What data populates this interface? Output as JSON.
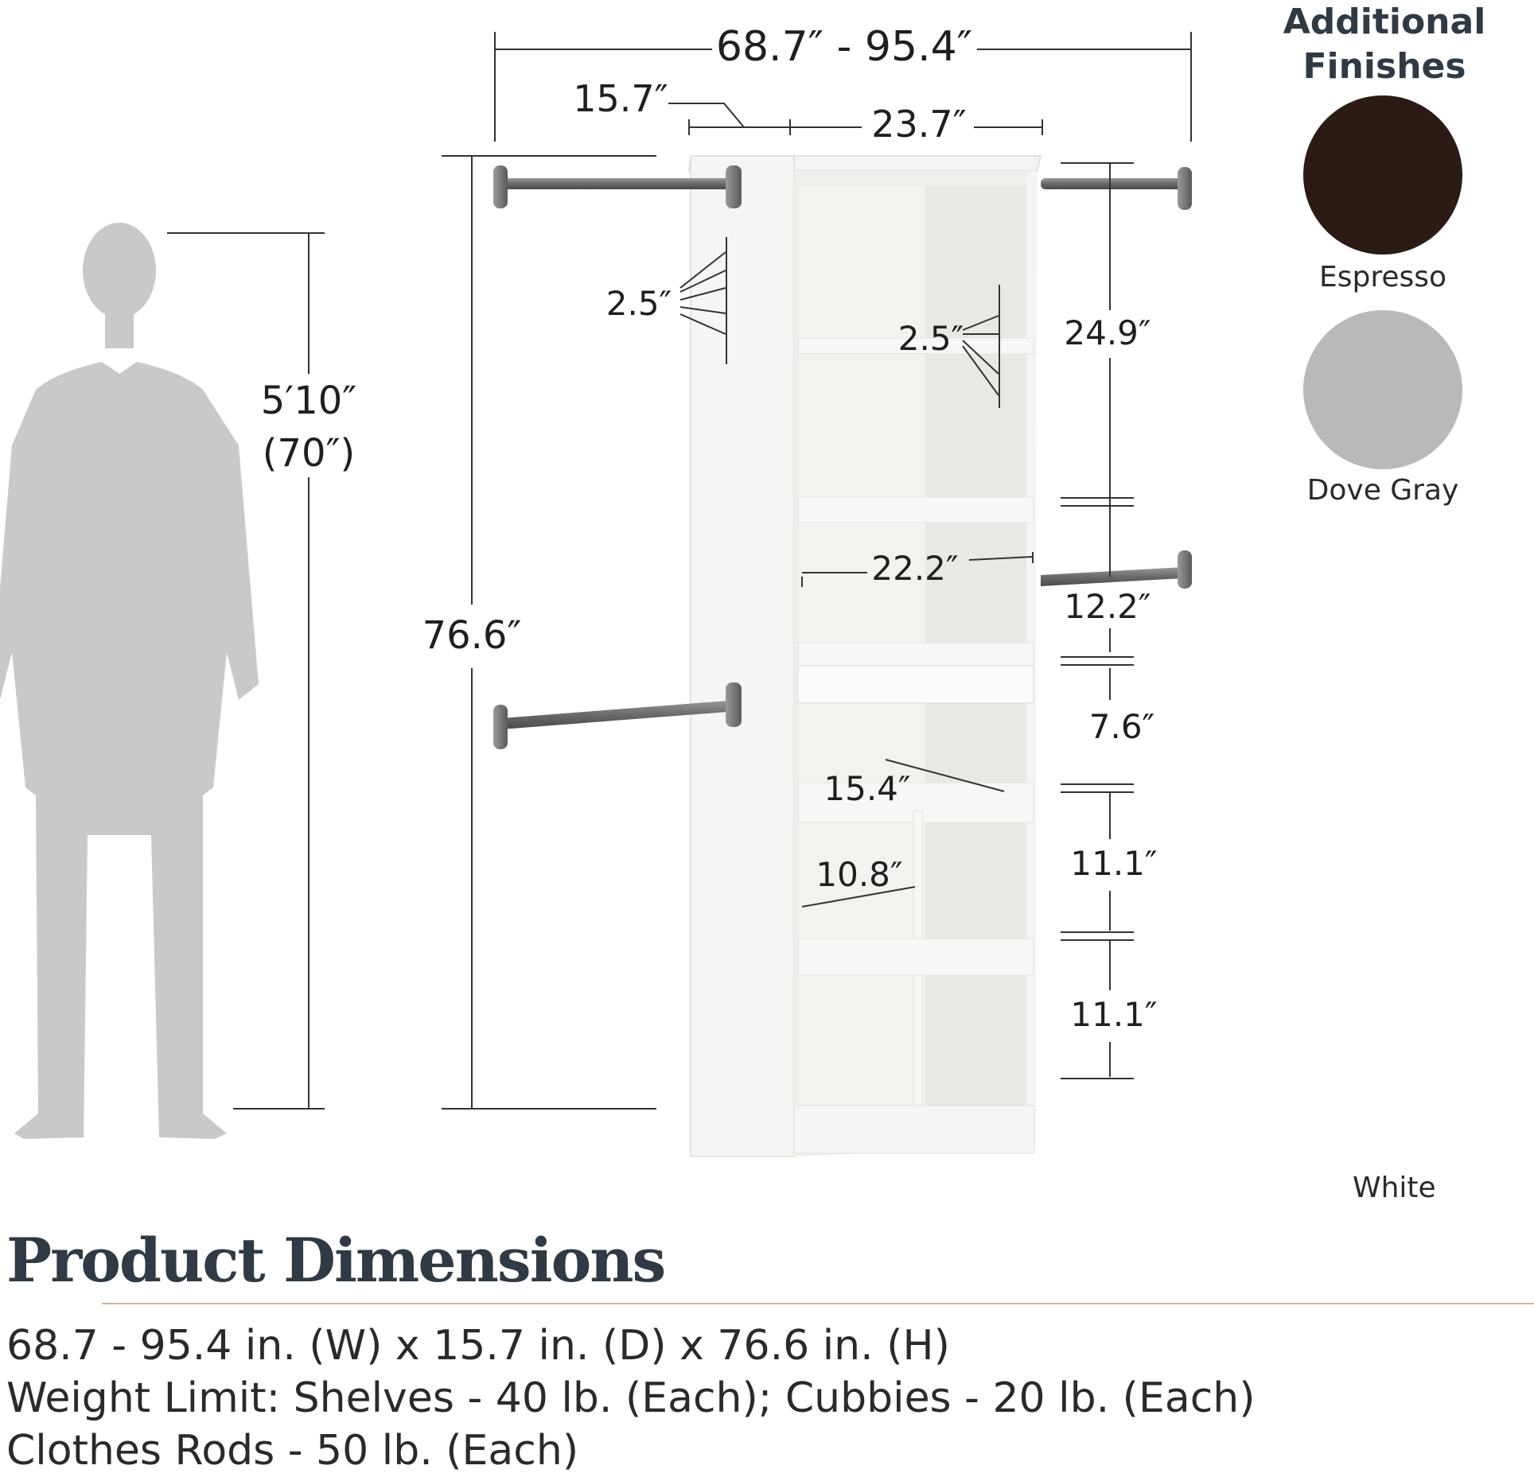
{
  "finishes": {
    "title": "Additional\nFinishes",
    "items": [
      {
        "label": "Espresso",
        "color": "#2b1b14"
      },
      {
        "label": "Dove Gray",
        "color": "#b9b9b9"
      }
    ],
    "current_label": "White"
  },
  "dimensions": {
    "overall_width": "68.7″ - 95.4″",
    "depth": "15.7″",
    "tower_width": "23.7″",
    "height": "76.6″",
    "person_height_ft": "5′10″",
    "person_height_in": "(70″)",
    "peg_spacing_side": "2.5″",
    "peg_spacing_inner": "2.5″",
    "upper_rod_gap": "24.9″",
    "shelf_width": "22.2″",
    "mid_rod_gap": "12.2″",
    "drawer_gap": "7.6″",
    "shelf_depth": "15.4″",
    "cubby_width": "10.8″",
    "cubby_height_1": "11.1″",
    "cubby_height_2": "11.1″"
  },
  "section": {
    "title": "Product Dimensions",
    "lines": [
      "68.7 - 95.4 in. (W) x 15.7 in. (D) x 76.6 in. (H)",
      "Weight Limit: Shelves - 40 lb. (Each); Cubbies - 20 lb. (Each)",
      "Clothes Rods - 50 lb. (Each)"
    ]
  }
}
